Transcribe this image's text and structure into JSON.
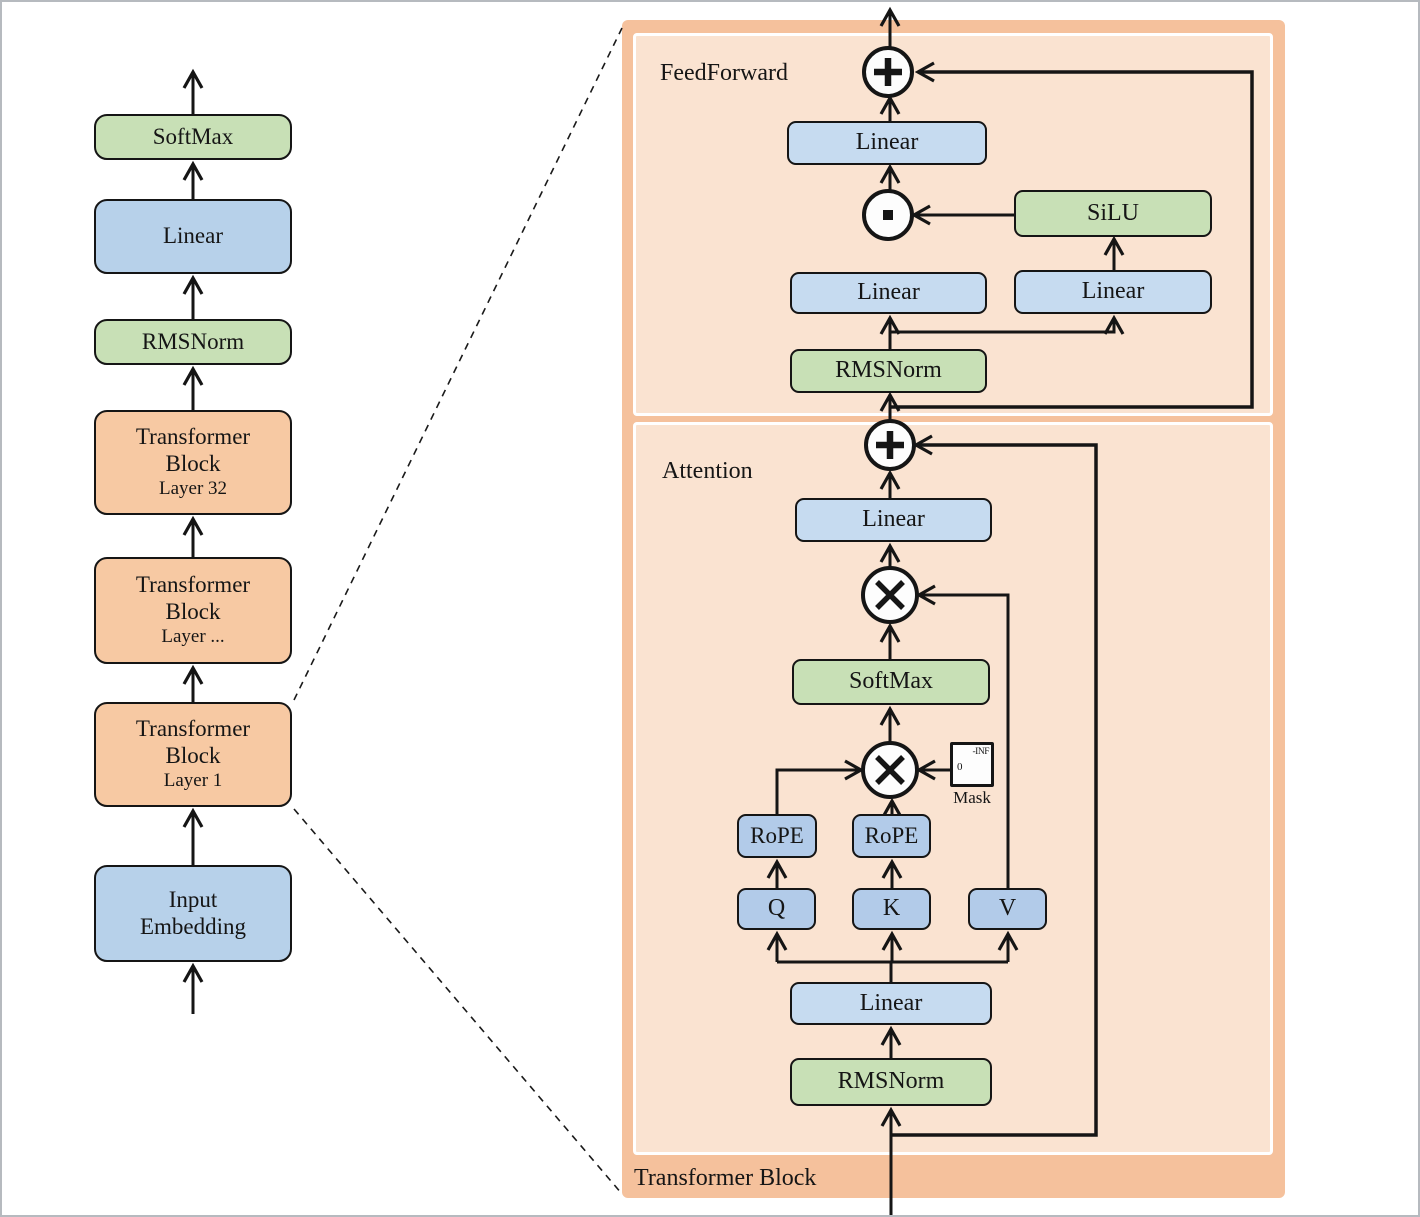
{
  "colors": {
    "orange_frame": "#f5c19c",
    "orange_panel_fill": "#fae3d1",
    "orange_box": "#f7c9a3",
    "blue_box": "#c6dbf0",
    "blue_box_left_column": "#b7d1ea",
    "blue_box_qkv": "#b2cbe9",
    "green_box": "#c8e0b6",
    "line": "#151515",
    "panel_border": "#ffffff",
    "page_frame": "#b6babf"
  },
  "icons": {
    "add": "plus-circle-icon",
    "elementwise_multiply": "dot-circle-icon",
    "matmul": "times-circle-icon",
    "mask": "mask-triangle-icon"
  },
  "left": {
    "blocks": [
      {
        "label": "SoftMax"
      },
      {
        "label": "Linear"
      },
      {
        "label": "RMSNorm"
      },
      {
        "line1": "Transformer",
        "line2": "Block",
        "sub": "Layer 32"
      },
      {
        "line1": "Transformer",
        "line2": "Block",
        "sub": "Layer ..."
      },
      {
        "line1": "Transformer",
        "line2": "Block",
        "sub": "Layer 1"
      },
      {
        "line1": "Input",
        "line2": "Embedding"
      }
    ]
  },
  "panel": {
    "label": "Transformer Block",
    "ff": {
      "label": "FeedForward",
      "linear_out": "Linear",
      "silu": "SiLU",
      "linear_left": "Linear",
      "linear_right": "Linear",
      "rmsnorm": "RMSNorm"
    },
    "att": {
      "label": "Attention",
      "linear_out": "Linear",
      "softmax": "SoftMax",
      "rope_q": "RoPE",
      "rope_k": "RoPE",
      "q": "Q",
      "k": "K",
      "v": "V",
      "linear_in": "Linear",
      "rmsnorm": "RMSNorm",
      "mask": {
        "label": "Mask",
        "neg": "-INF",
        "zero": "0"
      }
    }
  }
}
